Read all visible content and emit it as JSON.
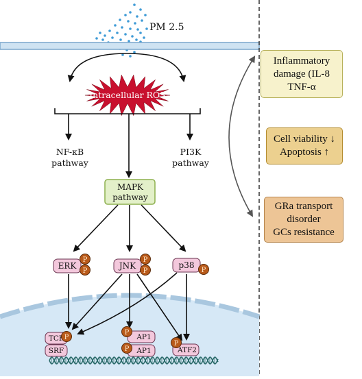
{
  "pm_label": "PM 2.5",
  "ros_label": "Intracellular ROS",
  "pathways": {
    "nfkb": [
      "NF-κB",
      "pathway"
    ],
    "pi3k": [
      "PI3K",
      "pathway"
    ],
    "mapk": [
      "MAPK",
      "pathway"
    ]
  },
  "kinases": {
    "erk": "ERK",
    "jnk": "JNK",
    "p38": "p38"
  },
  "phospho": "P",
  "transcription_factors": {
    "tcf": "TCF",
    "srf": "SRF",
    "ap1_top": "AP1",
    "ap1_bottom": "AP1",
    "atf2": "ATF2"
  },
  "outcomes": {
    "inflammation": [
      "Inflammatory",
      "damage (IL-8",
      "TNF-α"
    ],
    "viability": [
      "Cell viability ↓",
      "Apoptosis ↑"
    ],
    "gr": [
      "GRa transport",
      "disorder",
      "GCs resistance"
    ]
  },
  "colors": {
    "membrane_fill": "#cfe3f2",
    "membrane_stroke": "#7aa7cc",
    "ros_fill": "#c8102e",
    "mapk_fill": "#e3f0c9",
    "mapk_stroke": "#8db04f",
    "kinase_fill": "#f3c8dc",
    "phospho_fill": "#b85a1a",
    "nucleus_fill": "#d6e8f6",
    "outcome1_fill": "#f7f2cc",
    "outcome1_stroke": "#b7b15a",
    "outcome2_fill": "#ecd08f",
    "outcome2_stroke": "#b48c2e",
    "outcome3_fill": "#edc596",
    "outcome3_stroke": "#b4834a",
    "dna": "#2a6a6a",
    "arrow_up_down": "#b5402a"
  }
}
